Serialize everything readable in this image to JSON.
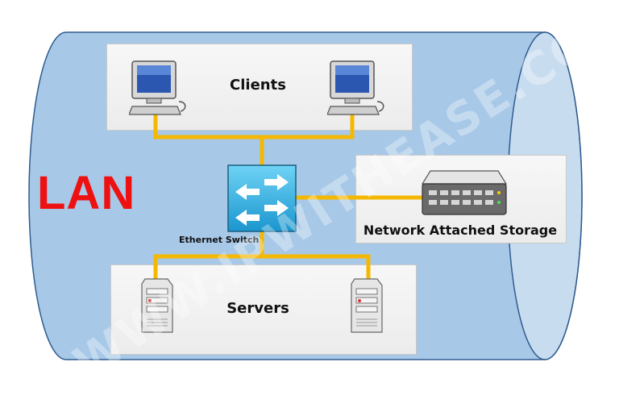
{
  "diagram": {
    "network_label": "LAN",
    "clients_label": "Clients",
    "servers_label": "Servers",
    "nas_label": "Network Attached Storage",
    "switch_label": "Ethernet Switch",
    "watermark": "WWW.IPWITHEASE.COM"
  },
  "colors": {
    "cylinder": "#a8c8e8",
    "link": "#f5b800",
    "lan_text": "#ee1111",
    "switch": "#33aadd"
  }
}
